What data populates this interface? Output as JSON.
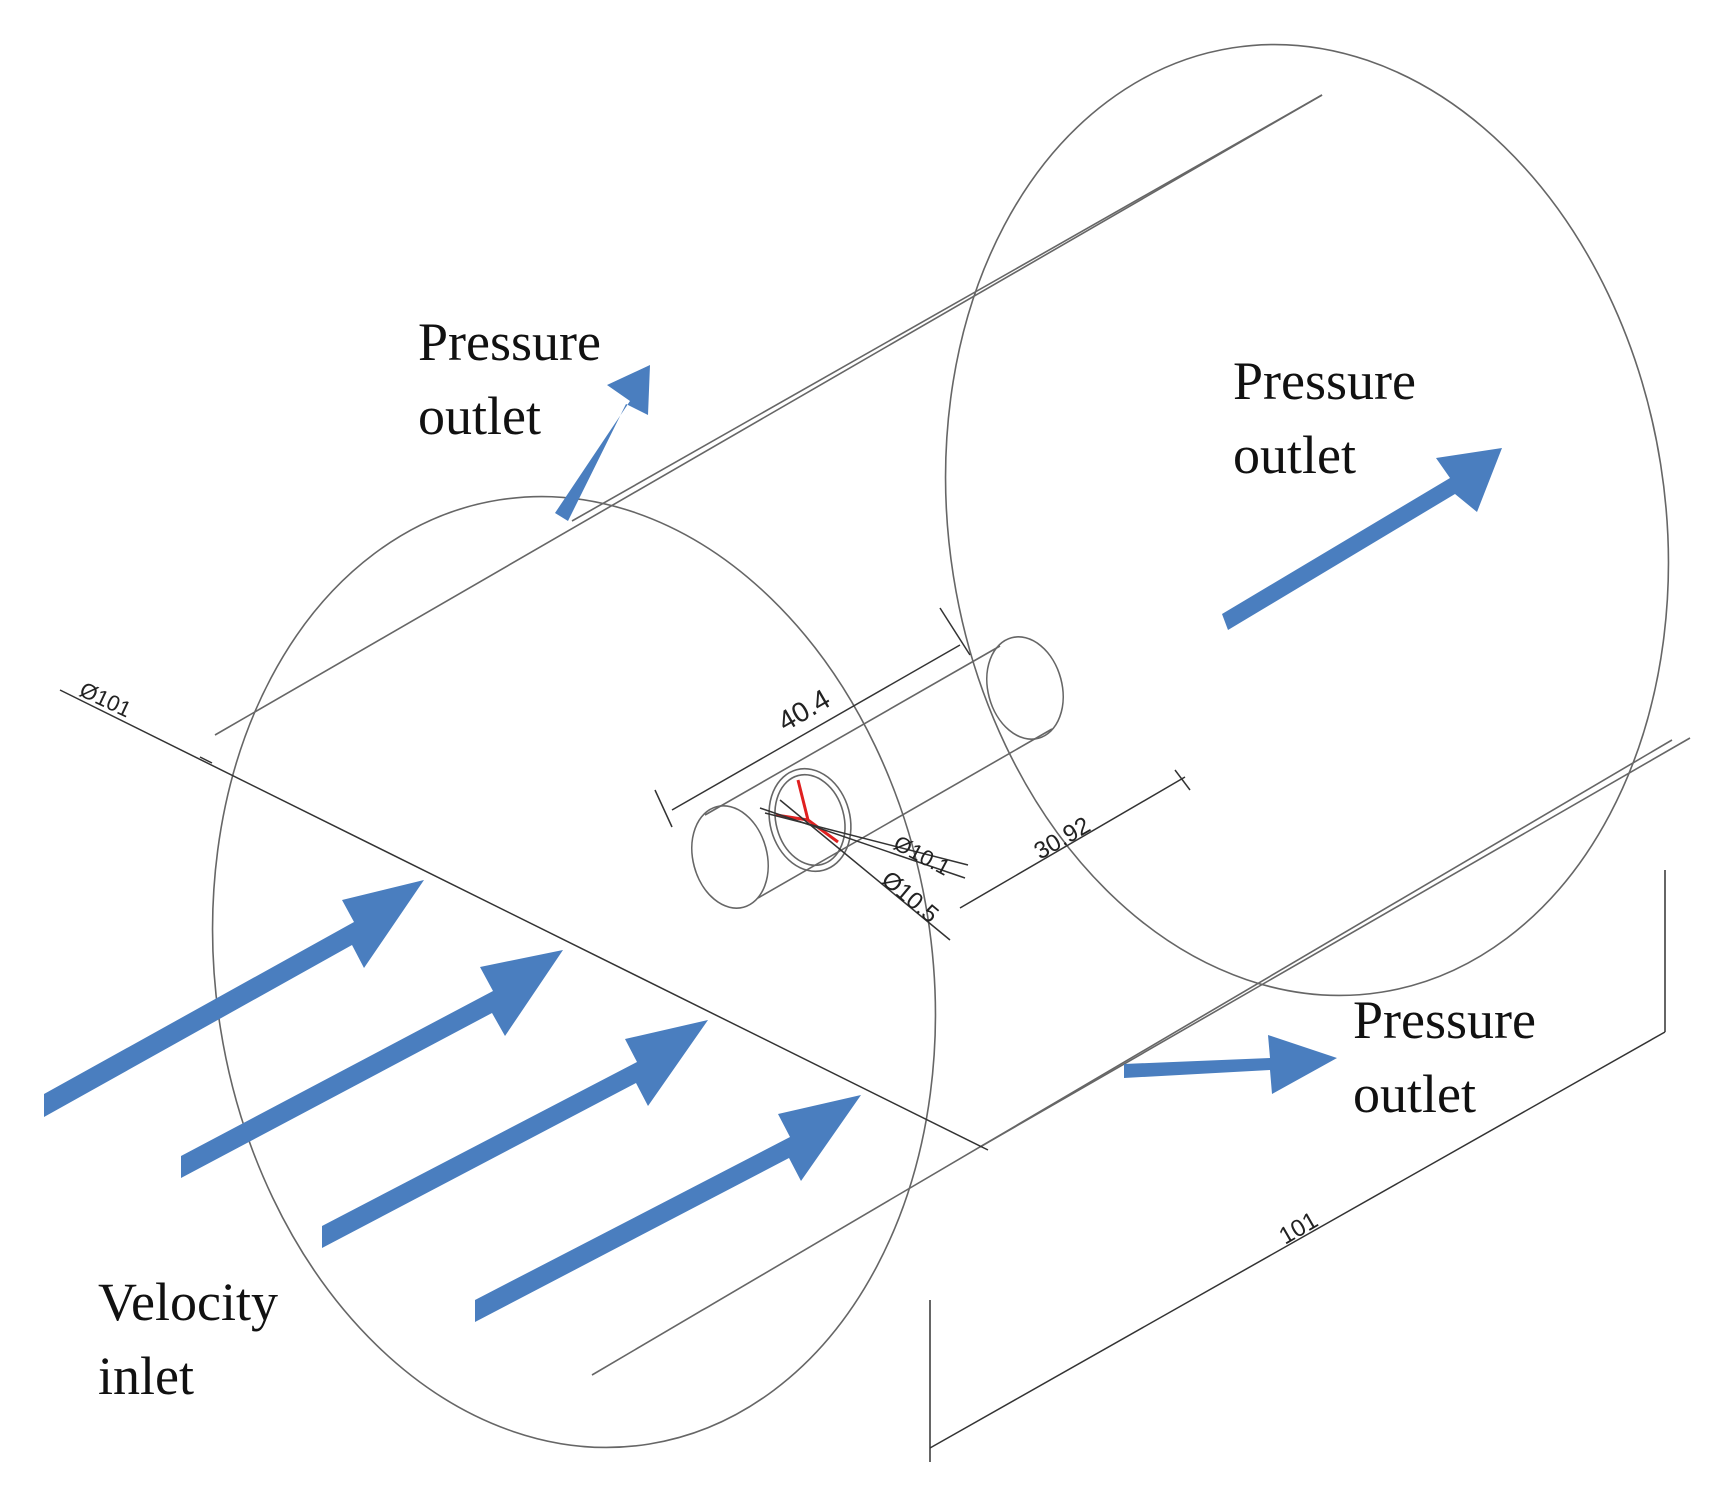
{
  "labels": {
    "outlet_top_left": [
      "Pressure",
      "outlet"
    ],
    "outlet_top_right": [
      "Pressure",
      "outlet"
    ],
    "outlet_bottom_right": [
      "Pressure",
      "outlet"
    ],
    "inlet": [
      "Velocity",
      "inlet"
    ]
  },
  "dimensions": {
    "domain_diameter": "Ø101",
    "domain_length": "101",
    "cylinder_length": "40.4",
    "offset": "30.92",
    "inner_diameter": "Ø10.1",
    "outer_diameter": "Ø10.5"
  },
  "colors": {
    "arrow": "#4a7ebf",
    "edge": "#666666",
    "accent": "#e02020"
  }
}
